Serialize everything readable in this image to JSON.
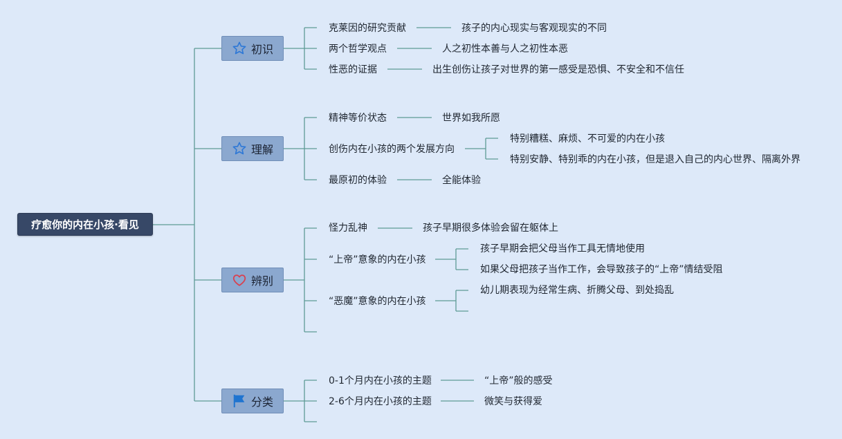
{
  "root": {
    "label": "疗愈你的内在小孩·看见"
  },
  "branches": [
    {
      "label": "初识",
      "icon": "star-icon",
      "items": [
        {
          "label": "克莱因的研究贡献",
          "children": [
            "孩子的内心现实与客观现实的不同"
          ]
        },
        {
          "label": "两个哲学观点",
          "children": [
            "人之初性本善与人之初性本恶"
          ]
        },
        {
          "label": "性恶的证据",
          "children": [
            "出生创伤让孩子对世界的第一感受是恐惧、不安全和不信任"
          ]
        }
      ]
    },
    {
      "label": "理解",
      "icon": "star-icon",
      "items": [
        {
          "label": "精神等价状态",
          "children": [
            "世界如我所愿"
          ]
        },
        {
          "label": "创伤内在小孩的两个发展方向",
          "children": [
            "特别糟糕、麻烦、不可爱的内在小孩",
            "特别安静、特别乖的内在小孩，但是退入自己的内心世界、隔离外界"
          ]
        },
        {
          "label": "最原初的体验",
          "children": [
            "全能体验"
          ]
        }
      ]
    },
    {
      "label": "辨别",
      "icon": "heart-icon",
      "items": [
        {
          "label": "怪力乱神",
          "children": [
            "孩子早期很多体验会留在躯体上"
          ]
        },
        {
          "label": "“上帝”意象的内在小孩",
          "children": [
            "孩子早期会把父母当作工具无情地使用",
            "如果父母把孩子当作工作，会导致孩子的“上帝”情结受阻"
          ]
        },
        {
          "label": "“恶魔”意象的内在小孩",
          "children": [
            "幼儿期表现为经常生病、折腾父母、到处捣乱",
            ""
          ]
        },
        {
          "label": "",
          "children": []
        }
      ]
    },
    {
      "label": "分类",
      "icon": "flag-icon",
      "items": [
        {
          "label": "0-1个月内在小孩的主题",
          "children": [
            "“上帝”般的感受"
          ]
        },
        {
          "label": "2-6个月内在小孩的主题",
          "children": [
            "微笑与获得爱"
          ]
        },
        {
          "label": "",
          "children": []
        }
      ]
    }
  ],
  "colors": {
    "background": "#dde9f9",
    "line": "#5e9a95",
    "root_fill": "#374867",
    "branch_fill": "#8ba8cf",
    "star_icon": "#2e78d6",
    "heart_icon": "#d8414f",
    "flag_icon": "#1f74d0"
  }
}
